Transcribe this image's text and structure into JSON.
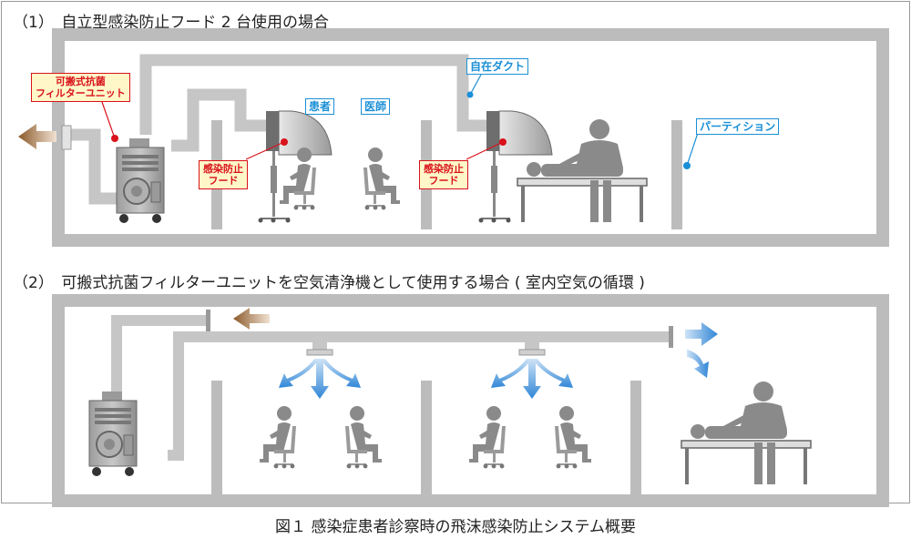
{
  "headings": {
    "part1": "（1）　自立型感染防止フード 2 台使用の場合",
    "part2": "（2）　可搬式抗菌フィルターユニットを空気清浄機として使用する場合 ( 室内空気の循環 )"
  },
  "labels": {
    "filter_unit_line1": "可搬式抗菌",
    "filter_unit_line2": "フィルターユニット",
    "hood_left_line1": "感染防止",
    "hood_left_line2": "フード",
    "hood_right_line1": "感染防止",
    "hood_right_line2": "フード",
    "patient": "患者",
    "doctor": "医師",
    "duct": "自在ダクト",
    "partition": "パーティション"
  },
  "caption": "図１ 感染症患者診察時の飛沫感染防止システム概要",
  "colors": {
    "wall": "#bcbcbc",
    "figure": "#8a8a8a",
    "label_blue": "#1a8fd6",
    "label_red": "#d9121b",
    "label_red_bg": "#fff7c8",
    "airflow_blue": "#3a8fd8",
    "airflow_brown": "#8b5a2b"
  }
}
